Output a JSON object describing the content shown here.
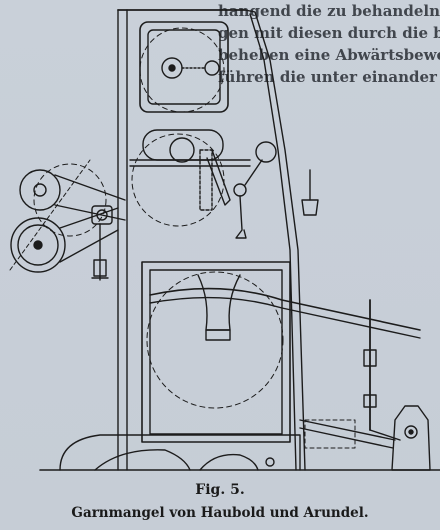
{
  "bleed_lines": [
    "hangend die zu behandelnden Strähne und",
    "gen mit diesen durch die beiden Balken B",
    "beheben eine Abwärtsbewegung. Die",
    "führen die unter einander Zahnräder"
  ],
  "figure": {
    "label": "Fig. 5.",
    "title": "Garnmangel von Haubold und Arundel."
  }
}
